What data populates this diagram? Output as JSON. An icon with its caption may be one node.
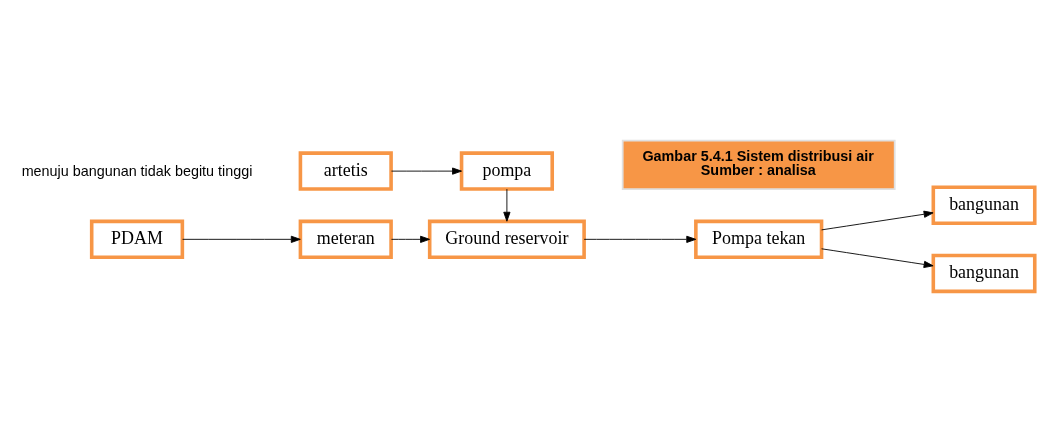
{
  "diagram": {
    "nodes": [
      {
        "text": [
          "PDAM"
        ]
      },
      {
        "text": [
          "meteran"
        ]
      },
      {
        "text": [
          "Ground reservoir"
        ]
      },
      {
        "text": [
          "Pompa tekan"
        ]
      },
      {
        "text": [
          "bangunan"
        ]
      },
      {
        "text": [
          "bangunan"
        ]
      },
      {
        "text": [
          "artetis"
        ]
      },
      {
        "text": [
          "pompa"
        ]
      },
      {
        "text": [
          "Gambar 5.4.1 Sistem distribusi air",
          "Sumber : analisa"
        ]
      }
    ],
    "edges": [
      {
        "from": 0,
        "to": 1,
        "arrow": "to"
      },
      {
        "from": 1,
        "to": 2,
        "arrow": "to"
      },
      {
        "from": 2,
        "to": 3,
        "arrow": "to"
      },
      {
        "from": 3,
        "to": 4,
        "arrow": "to"
      },
      {
        "from": 3,
        "to": 5,
        "arrow": "to"
      },
      {
        "from": 6,
        "to": 7,
        "arrow": "to"
      },
      {
        "from": 7,
        "to": 2,
        "arrow": "to"
      }
    ],
    "labels": [
      "menuju bangunan tidak begitu tinggi"
    ]
  }
}
